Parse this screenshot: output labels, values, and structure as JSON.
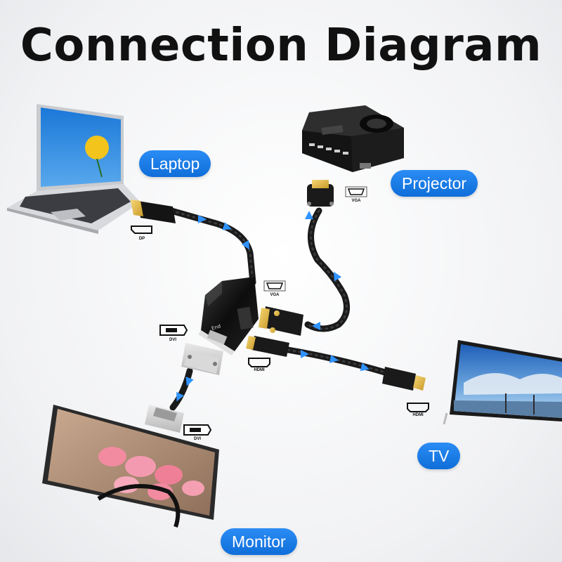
{
  "title": "Connection Diagram",
  "devices": {
    "laptop": "Laptop",
    "projector": "Projector",
    "tv": "TV",
    "monitor": "Monitor"
  },
  "ports": {
    "dp": "DP",
    "vga_projector": "VGA",
    "vga_adapter": "VGA",
    "dvi_adapter": "DVI",
    "hdmi_adapter": "HDMI",
    "hdmi_tv": "HDMI",
    "dvi_monitor": "DVI"
  },
  "adapter_text": "End",
  "colors": {
    "accent_blue": "#1677e6",
    "cable": "#1a1a1a",
    "arrow": "#2f93ff"
  }
}
